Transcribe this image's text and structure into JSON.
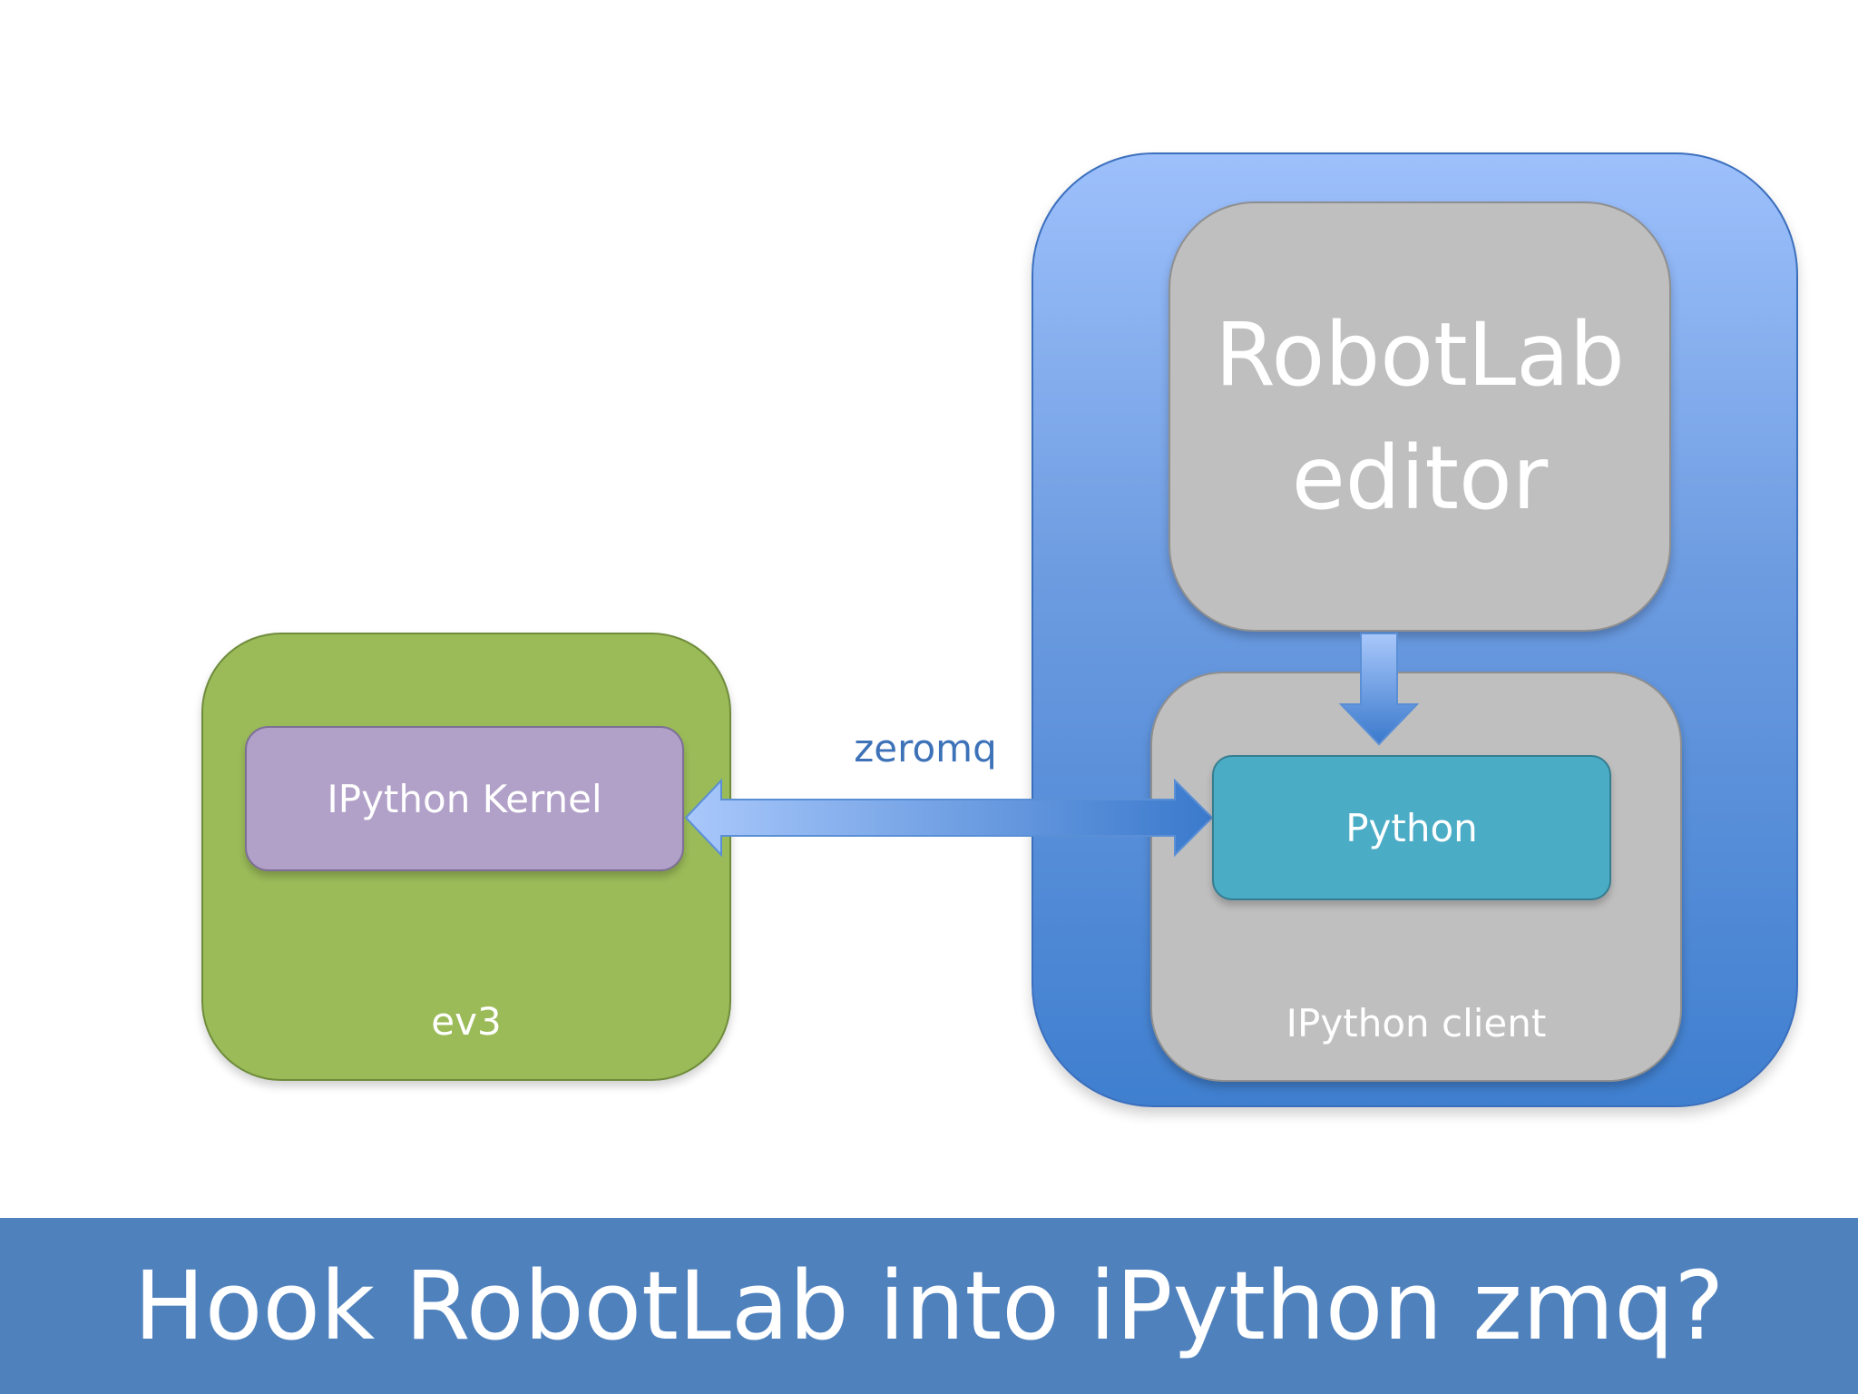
{
  "diagram": {
    "ev3": {
      "label": "ev3"
    },
    "kernel": {
      "label": "IPython Kernel"
    },
    "editor": {
      "line1": "RobotLab",
      "line2": "editor"
    },
    "ipython_client": {
      "label": "IPython client"
    },
    "python": {
      "label": "Python"
    },
    "connection": {
      "label": "zeromq"
    }
  },
  "footer": {
    "title": "Hook RobotLab into iPython zmq?"
  },
  "colors": {
    "ev3_green": "#9bbb59",
    "kernel_purple": "#b1a0c7",
    "client_blue": "#4f81bd",
    "editor_grey": "#bfbfbf",
    "python_teal": "#4bacc6",
    "footer_blue": "#4f81bd"
  }
}
